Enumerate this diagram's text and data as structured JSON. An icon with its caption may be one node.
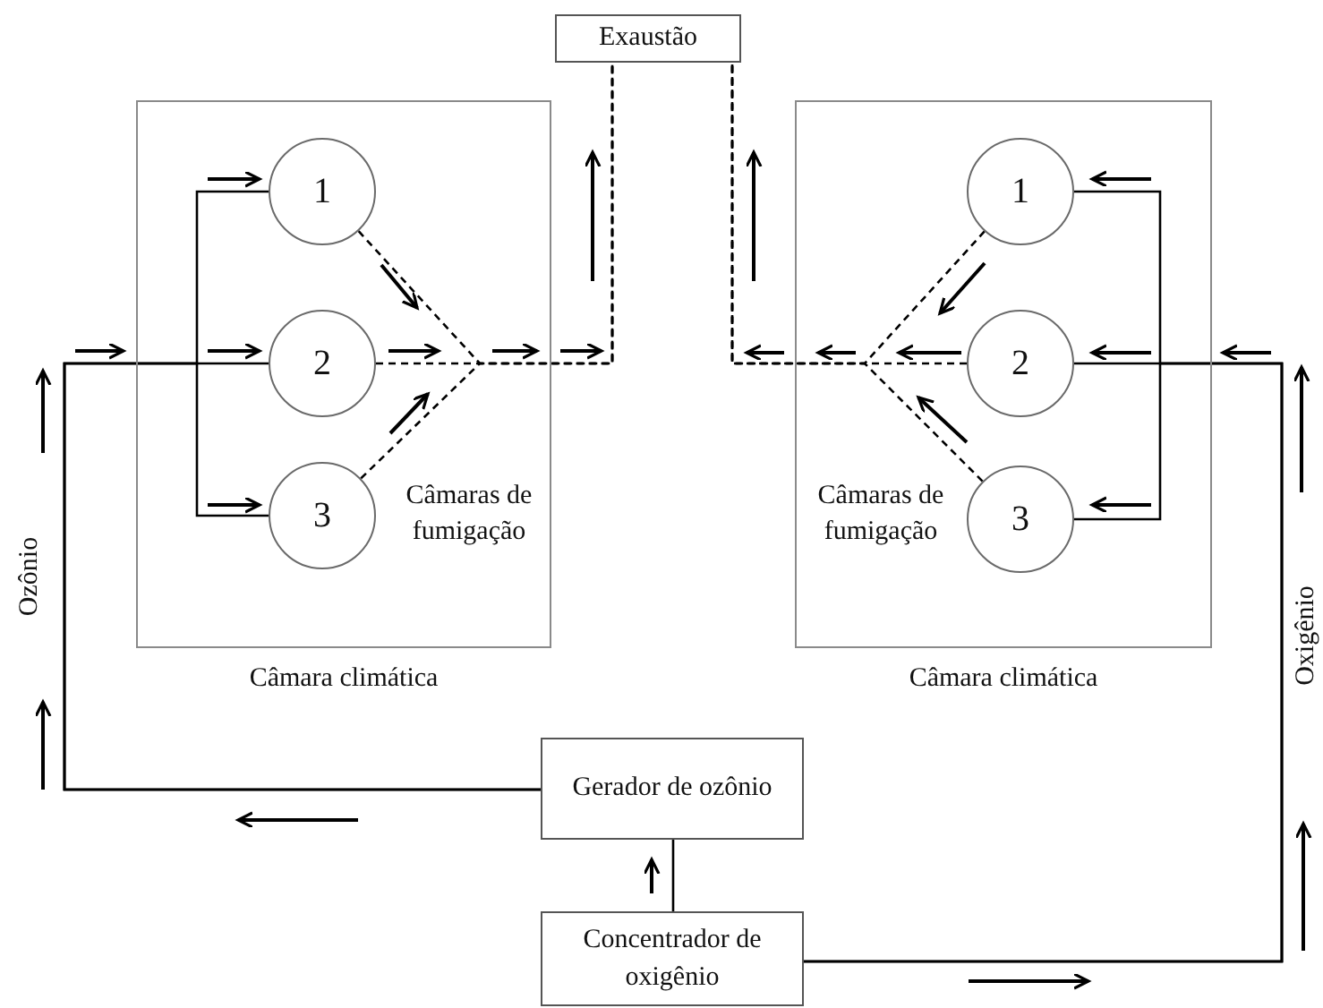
{
  "diagram": {
    "nodes": [
      {
        "text": [
          "Exaustão"
        ]
      },
      {
        "text": [
          "Câmara climática"
        ]
      },
      {
        "text": [
          "1"
        ],
        "in": 1
      },
      {
        "text": [
          "2"
        ],
        "in": 1
      },
      {
        "text": [
          "3"
        ],
        "in": 1
      },
      {
        "text": [
          "Câmara climática"
        ]
      },
      {
        "text": [
          "1"
        ],
        "in": 5
      },
      {
        "text": [
          "2"
        ],
        "in": 5
      },
      {
        "text": [
          "3"
        ],
        "in": 5
      },
      {
        "text": [
          "Gerador de ozônio"
        ]
      },
      {
        "text": [
          "Concentrador de oxigênio"
        ]
      }
    ],
    "edges": [
      {
        "from": 9,
        "to": 2,
        "arrow": "none"
      },
      {
        "from": 9,
        "to": 3,
        "arrow": "none"
      },
      {
        "from": 9,
        "to": 4,
        "arrow": "none"
      },
      {
        "from": 10,
        "to": 6,
        "arrow": "none"
      },
      {
        "from": 10,
        "to": 7,
        "arrow": "none"
      },
      {
        "from": 10,
        "to": 8,
        "arrow": "none"
      },
      {
        "from": 10,
        "to": 9,
        "arrow": "none"
      },
      {
        "from": 2,
        "to": 0,
        "arrow": "none",
        "style": "dashed"
      },
      {
        "from": 3,
        "to": 0,
        "arrow": "none",
        "style": "dashed"
      },
      {
        "from": 4,
        "to": 0,
        "arrow": "none",
        "style": "dashed"
      },
      {
        "from": 6,
        "to": 0,
        "arrow": "none",
        "style": "dashed"
      },
      {
        "from": 7,
        "to": 0,
        "arrow": "none",
        "style": "dashed"
      },
      {
        "from": 8,
        "to": 0,
        "arrow": "none",
        "style": "dashed"
      }
    ],
    "labels": [
      "Câmaras de fumigação",
      "Câmaras de fumigação",
      "Ozônio",
      "Oxigênio"
    ]
  }
}
